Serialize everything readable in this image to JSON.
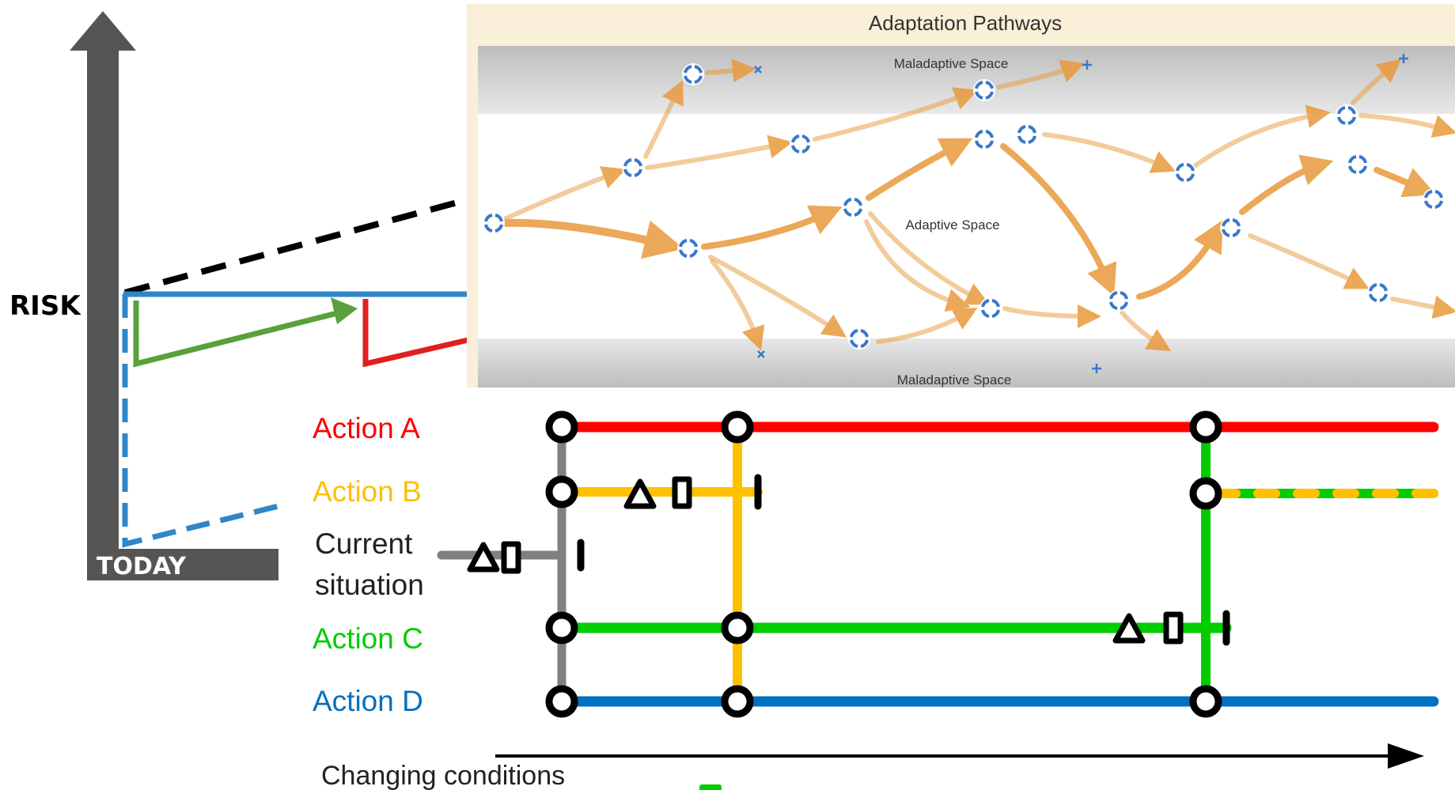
{
  "risk_chart": {
    "y_axis_label": "RISK",
    "x_axis_label": "TODAY"
  },
  "pathways_panel": {
    "title": "Adaptation Pathways",
    "maladaptive_top": "Maladaptive Space",
    "adaptive": "Adaptive Space",
    "maladaptive_bottom": "Maladaptive Space"
  },
  "metro_map": {
    "actions": [
      {
        "label": "Action A",
        "color": "#ff0000"
      },
      {
        "label": "Action B",
        "color": "#ffc000"
      },
      {
        "label": "Action C",
        "color": "#00cc00"
      },
      {
        "label": "Action D",
        "color": "#0070c0"
      }
    ],
    "current_label_line1": "Current",
    "current_label_line2": "situation",
    "x_axis_label": "Changing conditions"
  },
  "colors": {
    "axis_gray": "#555555",
    "risk_green": "#5aa03c",
    "risk_red": "#e02020",
    "risk_blue": "#2f86c8",
    "panel_bg": "#faefd8",
    "maladaptive_band": "#c8c8c8",
    "arrow_orange": "#e89a3c",
    "node_blue": "#3a78c8"
  }
}
